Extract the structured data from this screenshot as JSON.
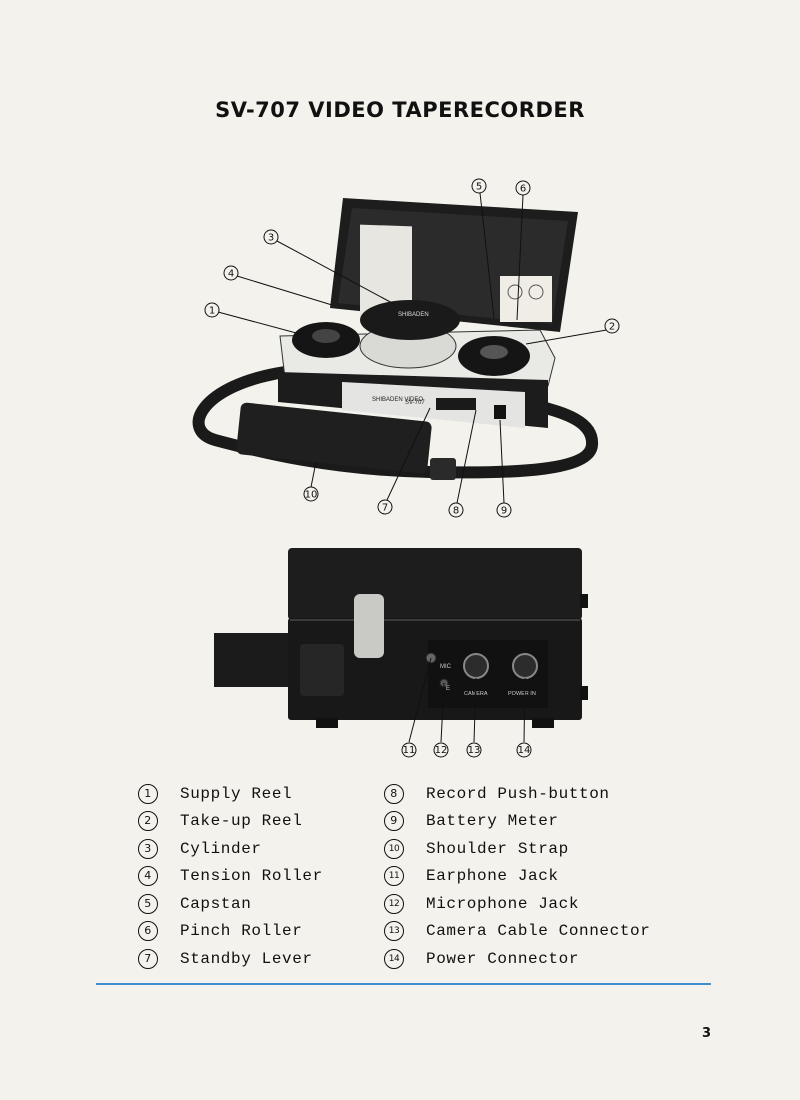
{
  "title": "SV-707 VIDEO TAPERECORDER",
  "device_label": {
    "brand": "SHIBADEN VIDEO",
    "model": "SV-707",
    "lid_brand": "SHIBADEN",
    "mic": "MIC",
    "earphone": "E",
    "camera": "CAMERA",
    "power": "POWER IN"
  },
  "callouts_top": [
    "1",
    "2",
    "3",
    "4",
    "5",
    "6",
    "7",
    "8",
    "9",
    "10"
  ],
  "callouts_bottom": [
    "11",
    "12",
    "13",
    "14"
  ],
  "legend": {
    "left": [
      {
        "num": "1",
        "label": "Supply Reel"
      },
      {
        "num": "2",
        "label": "Take-up Reel"
      },
      {
        "num": "3",
        "label": "Cylinder"
      },
      {
        "num": "4",
        "label": "Tension Roller"
      },
      {
        "num": "5",
        "label": "Capstan"
      },
      {
        "num": "6",
        "label": "Pinch Roller"
      },
      {
        "num": "7",
        "label": "Standby Lever"
      }
    ],
    "right": [
      {
        "num": "8",
        "label": "Record Push-button"
      },
      {
        "num": "9",
        "label": "Battery Meter"
      },
      {
        "num": "10",
        "label": "Shoulder Strap"
      },
      {
        "num": "11",
        "label": "Earphone Jack"
      },
      {
        "num": "12",
        "label": "Microphone Jack"
      },
      {
        "num": "13",
        "label": "Camera Cable Connector"
      },
      {
        "num": "14",
        "label": "Power Connector"
      }
    ]
  },
  "page_number": "3",
  "colors": {
    "rule": "#3c8fd0",
    "paper": "#f4f2ec",
    "device": "#1a1a1a"
  }
}
